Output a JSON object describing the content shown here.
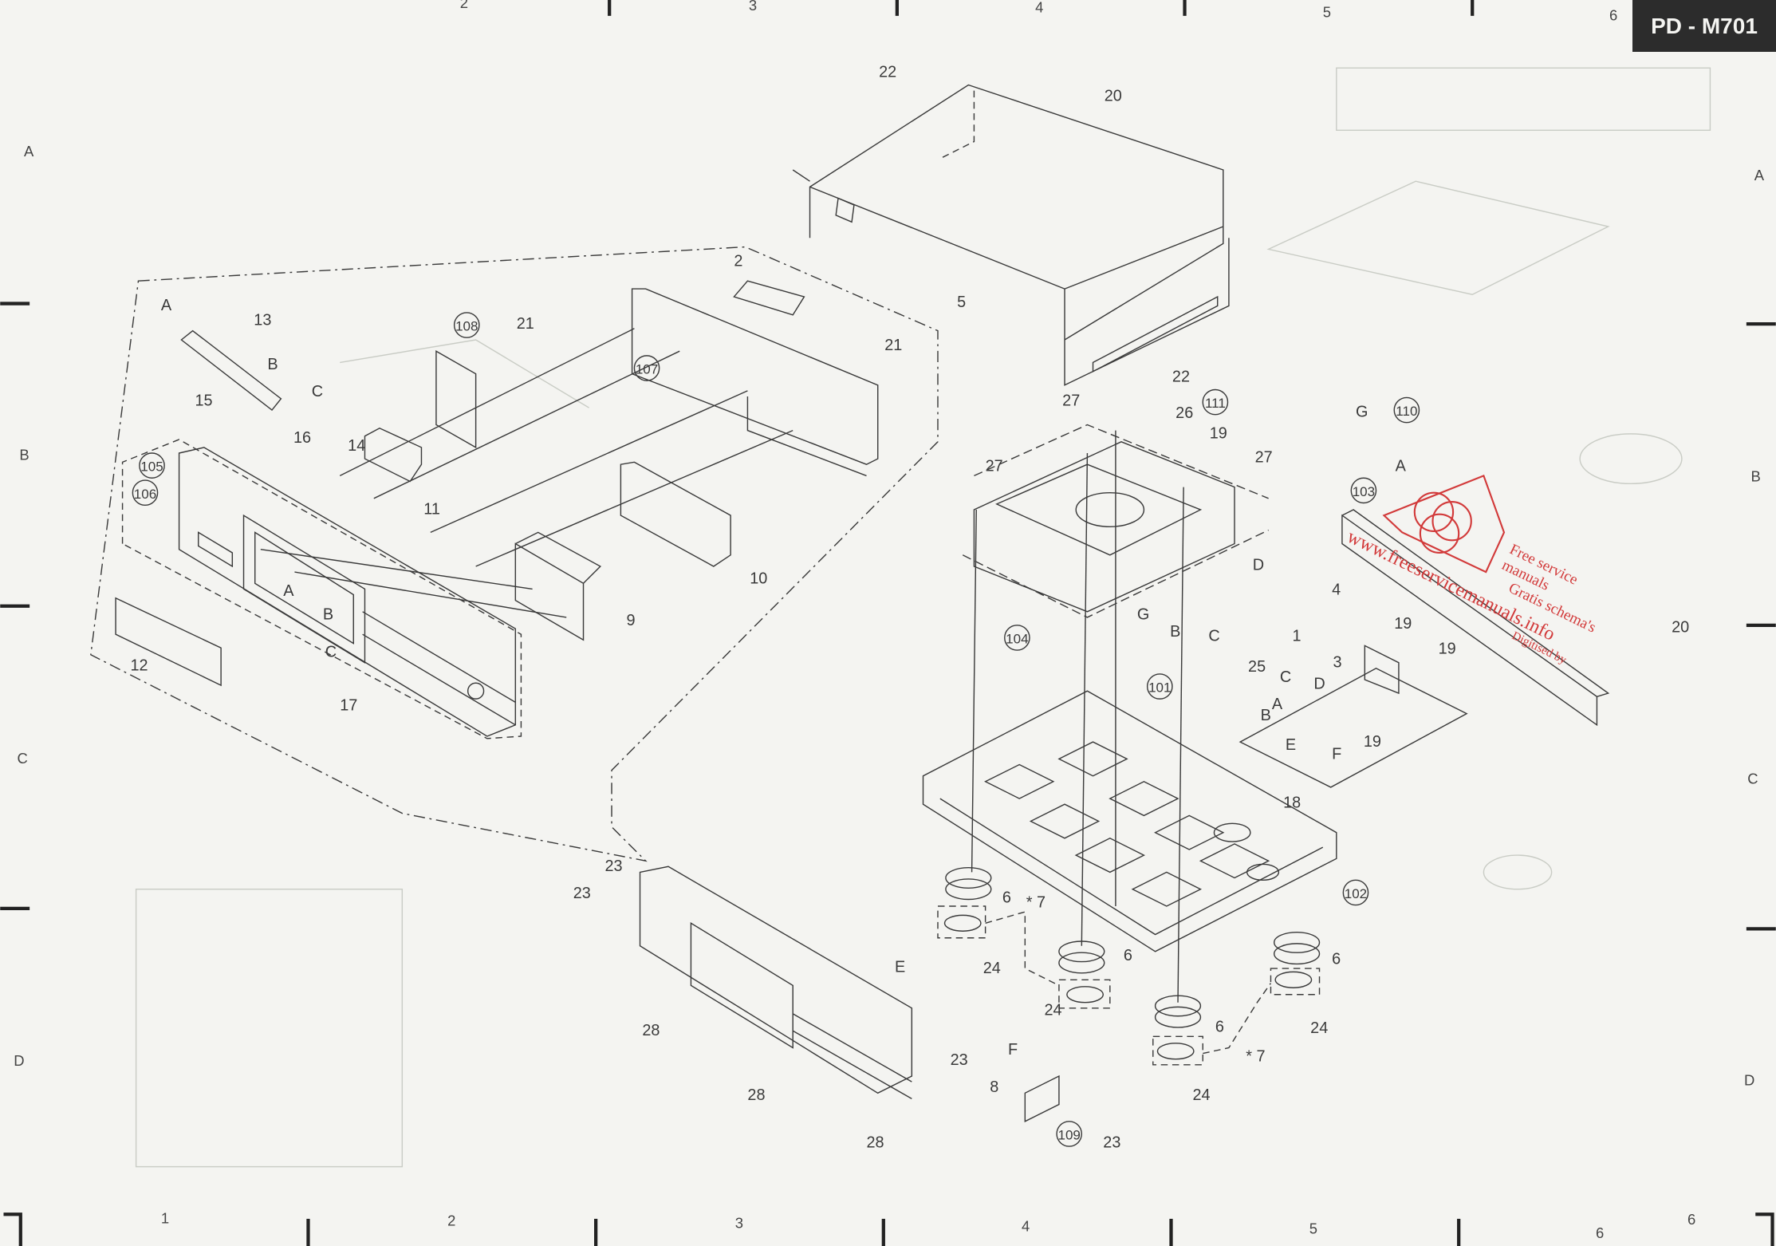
{
  "model": "PD - M701",
  "grid_columns": [
    "1",
    "2",
    "3",
    "4",
    "5",
    "6"
  ],
  "grid_rows": [
    "A",
    "B",
    "C",
    "D"
  ],
  "watermark": {
    "line1": "Free service manuals",
    "line2": "Gratis schema's",
    "line3": "www.freeservicemanuals.info",
    "line4": "Digitised by"
  },
  "part_numbers": [
    "1",
    "2",
    "3",
    "4",
    "5",
    "6",
    "7",
    "8",
    "9",
    "10",
    "11",
    "12",
    "13",
    "14",
    "15",
    "16",
    "17",
    "18",
    "19",
    "20",
    "21",
    "22",
    "23",
    "24",
    "25",
    "26",
    "27",
    "28"
  ],
  "reference_letters": [
    "A",
    "B",
    "C",
    "D",
    "E",
    "F",
    "G"
  ],
  "circled_numbers": [
    "101",
    "102",
    "103",
    "104",
    "105",
    "106",
    "107",
    "108",
    "109",
    "110",
    "111"
  ],
  "note_marker": "* 7",
  "colors": {
    "line": "#3a3a3a",
    "paper": "#f4f4f1",
    "tag_bg": "#2c2c2c",
    "watermark": "#d23a3a"
  }
}
